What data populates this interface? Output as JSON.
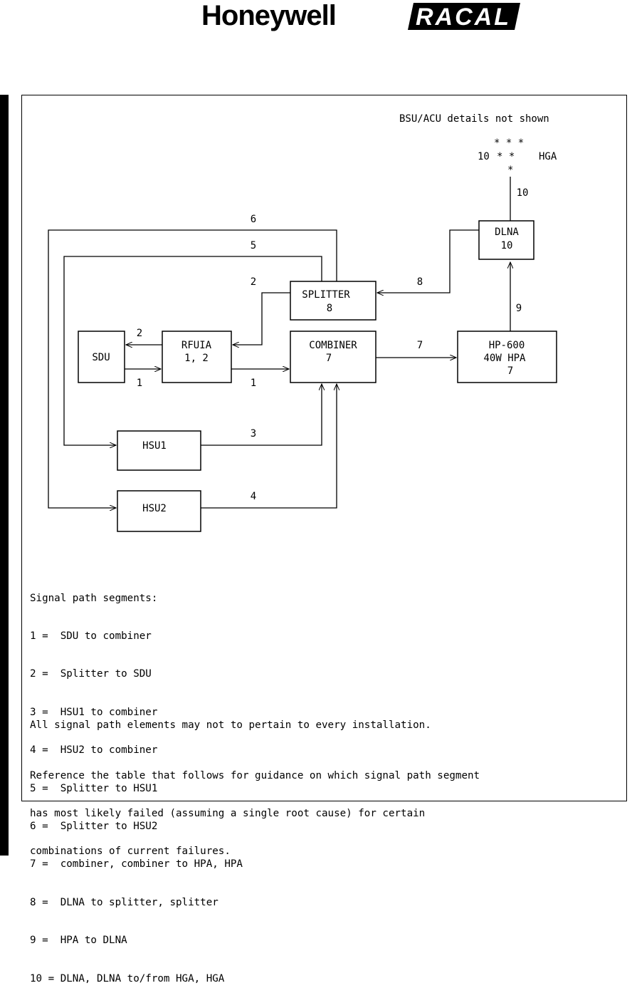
{
  "header": {
    "logo_left": "Honeywell",
    "logo_right": "RACAL"
  },
  "diagram": {
    "note": "BSU/ACU details not shown",
    "antenna_stars_top": "* * *",
    "antenna_label_num": "10",
    "antenna_stars_mid": "* *",
    "antenna_label": "HGA",
    "antenna_star_bottom": "*",
    "boxes": {
      "sdu": {
        "line1": "SDU",
        "line2": ""
      },
      "rfuia": {
        "line1": "RFUIA",
        "line2": "1, 2"
      },
      "combiner": {
        "line1": "COMBINER",
        "line2": "7"
      },
      "splitter": {
        "line1": "SPLITTER",
        "line2": "8"
      },
      "hpa": {
        "line1": "HP-600",
        "line2": "40W HPA",
        "line3": "7"
      },
      "dlna": {
        "line1": "DLNA",
        "line2": "10"
      },
      "hsu1": {
        "line1": "HSU1"
      },
      "hsu2": {
        "line1": "HSU2"
      }
    },
    "segment_labels": {
      "s1a": "1",
      "s1b": "1",
      "s2a": "2",
      "s2b": "2",
      "s3": "3",
      "s4": "4",
      "s5": "5",
      "s6": "6",
      "s7": "7",
      "s8": "8",
      "s9": "9",
      "s10": "10"
    }
  },
  "legend": {
    "title": "Signal path segments:",
    "items": [
      "1 =  SDU to combiner",
      "2 =  Splitter to SDU",
      "3 =  HSU1 to combiner",
      "4 =  HSU2 to combiner",
      "5 =  Splitter to HSU1",
      "6 =  Splitter to HSU2",
      "7 =  combiner, combiner to HPA, HPA",
      "8 =  DLNA to splitter, splitter",
      "9 =  HPA to DLNA",
      "10 = DLNA, DLNA to/from HGA, HGA"
    ],
    "note1": "All signal path elements may not to pertain to every installation.",
    "note2_lines": [
      "Reference the table that follows for guidance on which signal path segment",
      "has most likely failed (assuming a single root cause) for certain",
      "combinations of current failures."
    ]
  }
}
